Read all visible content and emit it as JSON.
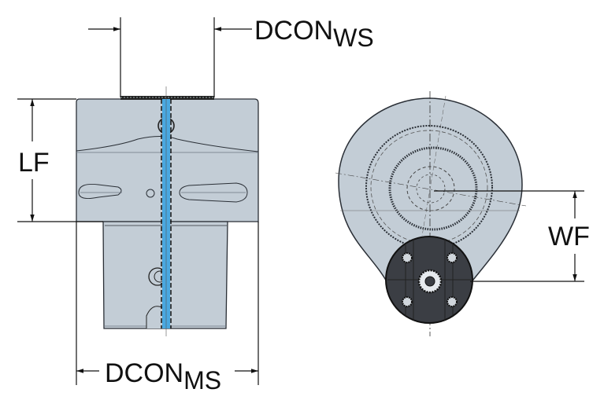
{
  "diagram": {
    "type": "technical-drawing",
    "subject": "Tool holder adapter, side view and end view",
    "colors": {
      "body_fill": "#c3cdd6",
      "body_stroke": "#2a2f36",
      "coolant_channel": "#4aa8e0",
      "flange_dark": "#3b3e44",
      "dimension_line": "#111111"
    },
    "dimensions": {
      "dcon_ws": {
        "main": "DCON",
        "sub": "WS"
      },
      "dcon_ms": {
        "main": "DCON",
        "sub": "MS"
      },
      "lf": {
        "main": "LF"
      },
      "wf": {
        "main": "WF"
      }
    },
    "views": {
      "side_view": "side-view",
      "end_view": "end-view"
    }
  }
}
